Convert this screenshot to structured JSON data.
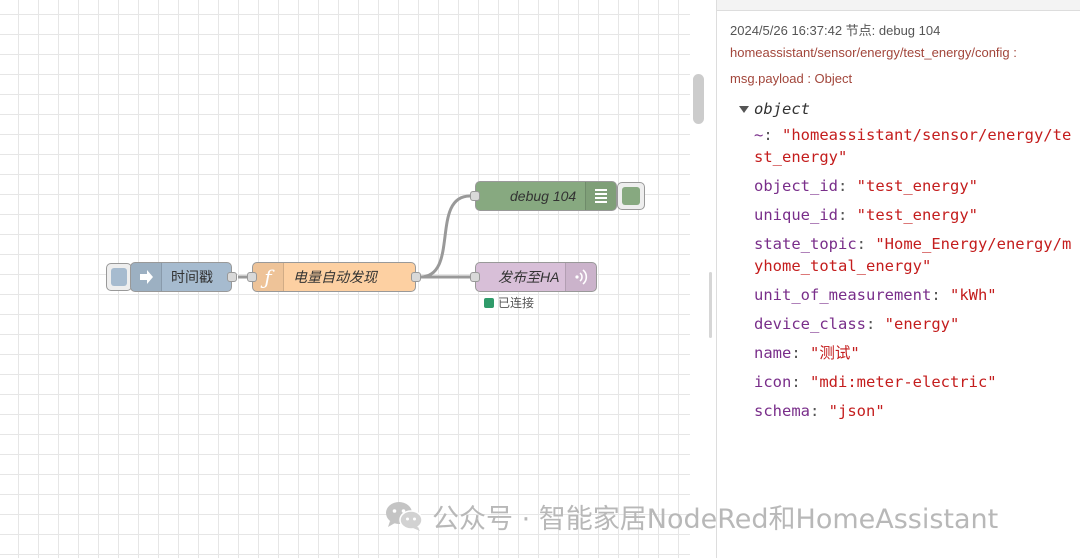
{
  "flow": {
    "inject_node": {
      "label": "时间戳",
      "color": "#a6bbcf",
      "icon": "arrow-in-icon"
    },
    "function_node": {
      "label": "电量自动发现",
      "color": "#fdd0a2",
      "icon": "function-icon"
    },
    "debug_node": {
      "label": "debug 104",
      "color": "#87a980",
      "icon": "list-icon"
    },
    "mqtt_node": {
      "label": "发布至HA",
      "color": "#d8bfd8",
      "icon": "broadcast-icon",
      "status_text": "已连接",
      "status_color": "#2f9b6a"
    },
    "wire_color": "#999999"
  },
  "debug_panel": {
    "timestamp_line": "2024/5/26 16:37:42    节点: debug 104",
    "topic_line": "homeassistant/sensor/energy/test_energy/config :",
    "payload_line": "msg.payload : Object",
    "object_label": "object",
    "properties": [
      {
        "key": "~",
        "value": "\"homeassistant/sensor/energy/test_energy\""
      },
      {
        "key": "object_id",
        "value": "\"test_energy\""
      },
      {
        "key": "unique_id",
        "value": "\"test_energy\""
      },
      {
        "key": "state_topic",
        "value": "\"Home_Energy/energy/myhome_total_energy\""
      },
      {
        "key": "unit_of_measurement",
        "value": "\"kWh\""
      },
      {
        "key": "device_class",
        "value": "\"energy\""
      },
      {
        "key": "name",
        "value": "\"测试\""
      },
      {
        "key": "icon",
        "value": "\"mdi:meter-electric\""
      },
      {
        "key": "schema",
        "value": "\"json\""
      }
    ]
  },
  "watermark": {
    "text": "公众号 · 智能家居NodeRed和HomeAssistant",
    "icon": "wechat-icon"
  }
}
